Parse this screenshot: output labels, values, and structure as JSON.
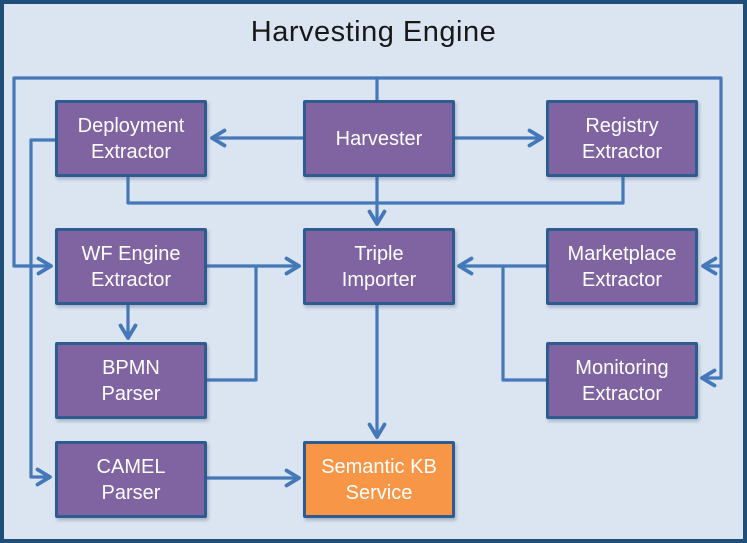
{
  "diagram": {
    "title": "Harvesting Engine",
    "type": "architecture-block-diagram"
  },
  "colors": {
    "background": "#DBE5F1",
    "outer_border": "#1F4E79",
    "node_fill_purple": "#8064A2",
    "node_fill_orange": "#F79646",
    "node_border": "#2E5C8F",
    "connector_blue": "#4478B8",
    "node_text": "#FFFFFF",
    "title_text": "#181818"
  },
  "nodes": {
    "deployment_extractor": {
      "line1": "Deployment",
      "line2": "Extractor"
    },
    "harvester": {
      "line1": "Harvester",
      "line2": ""
    },
    "registry_extractor": {
      "line1": "Registry",
      "line2": "Extractor"
    },
    "wf_engine_extractor": {
      "line1": "WF Engine",
      "line2": "Extractor"
    },
    "triple_importer": {
      "line1": "Triple",
      "line2": "Importer"
    },
    "marketplace_extractor": {
      "line1": "Marketplace",
      "line2": "Extractor"
    },
    "bpmn_parser": {
      "line1": "BPMN",
      "line2": "Parser"
    },
    "monitoring_extractor": {
      "line1": "Monitoring",
      "line2": "Extractor"
    },
    "camel_parser": {
      "line1": "CAMEL",
      "line2": "Parser"
    },
    "semantic_kb_service": {
      "line1": "Semantic KB",
      "line2": "Service"
    }
  },
  "edges": [
    {
      "from": "harvester",
      "to": "deployment_extractor"
    },
    {
      "from": "harvester",
      "to": "registry_extractor"
    },
    {
      "from": "harvester",
      "to": "triple_importer"
    },
    {
      "from": "deployment_extractor",
      "to": "triple_importer"
    },
    {
      "from": "registry_extractor",
      "to": "triple_importer"
    },
    {
      "from": "harvester",
      "to": "wf_engine_extractor"
    },
    {
      "from": "harvester",
      "to": "marketplace_extractor"
    },
    {
      "from": "harvester",
      "to": "monitoring_extractor"
    },
    {
      "from": "deployment_extractor",
      "to": "camel_parser"
    },
    {
      "from": "wf_engine_extractor",
      "to": "triple_importer"
    },
    {
      "from": "wf_engine_extractor",
      "to": "bpmn_parser"
    },
    {
      "from": "bpmn_parser",
      "to": "triple_importer"
    },
    {
      "from": "marketplace_extractor",
      "to": "triple_importer"
    },
    {
      "from": "monitoring_extractor",
      "to": "triple_importer"
    },
    {
      "from": "triple_importer",
      "to": "semantic_kb_service"
    },
    {
      "from": "camel_parser",
      "to": "semantic_kb_service"
    }
  ]
}
